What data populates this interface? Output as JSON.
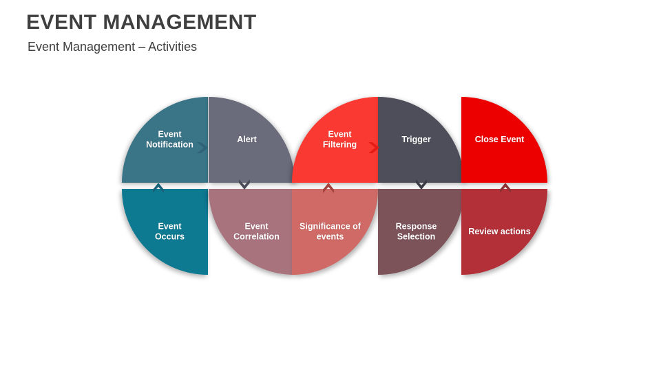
{
  "header": {
    "title": "EVENT MANAGEMENT",
    "subtitle": "Event Management – Activities"
  },
  "colors": {
    "title_text": "#3f3f3f",
    "subtitle_text": "#404040",
    "background": "#ffffff",
    "label_text": "#ffffff"
  },
  "diagram": {
    "type": "segmented-circle-process",
    "groups": [
      {
        "id": "group-1",
        "top": {
          "label": "Event\nNotification",
          "label_line1": "Event",
          "label_line2": "Notification",
          "color": "#3a7487",
          "shape": "quarter-round-top-left"
        },
        "bottom": {
          "label": "Event\nOccurs",
          "label_line1": "Event",
          "label_line2": "Occurs",
          "color": "#0d7a92",
          "shape": "quarter-round-bottom-left"
        }
      },
      {
        "id": "group-2",
        "top": {
          "label": "Alert",
          "label_line1": "Alert",
          "label_line2": "",
          "color": "#6a6c7c",
          "shape": "quarter-round-top-right"
        },
        "bottom": {
          "label": "Event\nCorrelation",
          "label_line1": "Event",
          "label_line2": "Correlation",
          "color": "#a9737e",
          "shape": "quarter-round-bottom-left"
        }
      },
      {
        "id": "group-3",
        "top": {
          "label": "Event\nFiltering",
          "label_line1": "Event",
          "label_line2": "Filtering",
          "color": "#fa3a32",
          "shape": "quarter-round-top-left"
        },
        "bottom": {
          "label": "Significance of\nevents",
          "label_line1": "Significance of",
          "label_line2": "events",
          "color": "#cf6a66",
          "shape": "quarter-round-bottom-right"
        }
      },
      {
        "id": "group-4",
        "top": {
          "label": "Trigger",
          "label_line1": "Trigger",
          "label_line2": "",
          "color": "#4e4e5a",
          "shape": "quarter-round-top-right"
        },
        "bottom": {
          "label": "Response\nSelection",
          "label_line1": "Response",
          "label_line2": "Selection",
          "color": "#7d535a",
          "shape": "quarter-round-bottom-left"
        }
      },
      {
        "id": "group-5",
        "top": {
          "label": "Close Event",
          "label_line1": "Close Event",
          "label_line2": "",
          "color": "#ec0000",
          "shape": "quarter-round-top-right"
        },
        "bottom": {
          "label": "Review actions",
          "label_line1": "Review actions",
          "label_line2": "",
          "color": "#b33038",
          "shape": "quarter-round-bottom-right"
        }
      }
    ],
    "connectors": [
      {
        "id": "conn-1",
        "direction": "right",
        "color": "#2f6377",
        "between": "Event Notification → Alert"
      },
      {
        "id": "conn-2",
        "direction": "up",
        "color": "#176279",
        "between": "Event Occurs → Event Notification"
      },
      {
        "id": "conn-3",
        "direction": "down",
        "color": "#4a4a57",
        "between": "Alert → Event Correlation"
      },
      {
        "id": "conn-4",
        "direction": "up",
        "color": "#a4413c",
        "between": "Significance of events → Event Filtering"
      },
      {
        "id": "conn-5",
        "direction": "right",
        "color": "#e51b16",
        "between": "Event Filtering → Trigger"
      },
      {
        "id": "conn-6",
        "direction": "down",
        "color": "#3a3a46",
        "between": "Trigger → Response Selection"
      },
      {
        "id": "conn-7",
        "direction": "up",
        "color": "#8e2f34",
        "between": "Review actions → Close Event"
      }
    ]
  }
}
